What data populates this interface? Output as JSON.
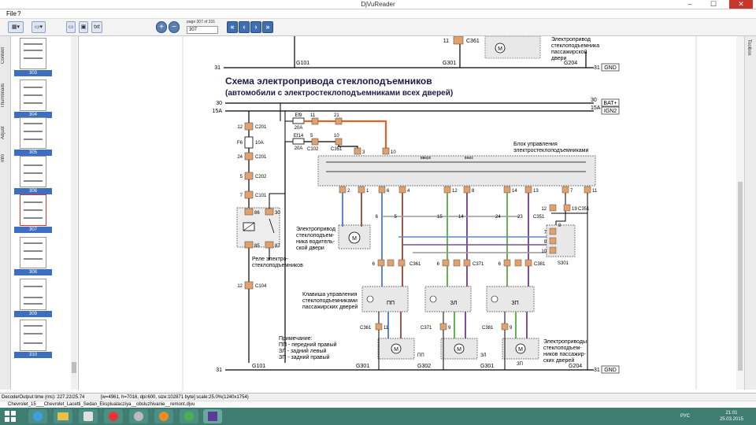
{
  "window": {
    "title": "DjVuReader",
    "min": "–",
    "max": "☐",
    "close": "✕"
  },
  "menu": {
    "file": "File",
    "help": "?"
  },
  "toolbar": {
    "text_btn": "txt",
    "page_label": "page 307 of 331",
    "page_value": "307"
  },
  "sidetabs": {
    "content": "Content",
    "thumbnails": "Thumbnails",
    "adjust": "Adjust",
    "info": "Info"
  },
  "thumbnails": [
    "303",
    "304",
    "305",
    "306",
    "307",
    "308",
    "309",
    "310"
  ],
  "selected_thumbnail": "307",
  "toolbox_label": "Toolbox",
  "status": {
    "decode": "Decode/Output time (ms): 227.22/25.74",
    "info": "[w=4961, h=7016, dpi:600, size:102871 byte] scale:25.0%(1240x1754)"
  },
  "document_path": "Chevrolet_15___Chevrolet_Lacetti_Sedan_Ekspluatacziya__obsluzhivanie__remont.djvu",
  "taskbar": {
    "lang": "РУС",
    "time": "21:01",
    "date": "25.03.2015"
  },
  "diagram": {
    "title": "Схема электропривода стеклоподъемников",
    "subtitle": "(автомобили с электростеклоподъемниками всех дверей)",
    "top": {
      "c361": "C361",
      "n11": "11",
      "motor_label_1": "Электропривод",
      "motor_label_2": "стеклоподъемника",
      "motor_label_3": "пассажирской",
      "motor_label_4": "двери",
      "g101": "G101",
      "g301": "G301",
      "g204": "G204",
      "w31": "31",
      "gnd": "GND"
    },
    "rails": {
      "r30": "30",
      "r15a": "15A",
      "bat": "BAT+",
      "ign": "IGN2"
    },
    "fuses": {
      "ef9": "Ef9",
      "ef9_amp": "20A",
      "ef14": "Ef14",
      "ef14_amp": "20A",
      "f6": "F6",
      "f6_amp": "10A"
    },
    "connectors": {
      "c201": "C201",
      "c202": "C202",
      "c101": "C101",
      "c104": "C104",
      "c102": "C102",
      "c351": "C351",
      "c361": "C361",
      "c371": "C371",
      "c381": "C381",
      "s301": "S301"
    },
    "labels": {
      "control_unit_1": "Блок управления",
      "control_unit_2": "электростеклоподъемниками",
      "up": "вверх",
      "down": "вниз",
      "driver_motor_1": "Электропривод",
      "driver_motor_2": "стеклоподъем-",
      "driver_motor_3": "ника водитель-",
      "driver_motor_4": "ской двери",
      "relay_1": "Реле электро-",
      "relay_2": "стеклоподъемников",
      "switch_1": "Клавиша управления",
      "switch_2": "стеклоподъемниками",
      "switch_3": "пассажирских дверей",
      "pp": "ПП",
      "zl": "ЗЛ",
      "zp": "ЗП",
      "note_title": "Примечание:",
      "note_pp": "ПП - передний правый",
      "note_zl": "ЗЛ - задний левый",
      "note_zp": "ЗП - задний правый",
      "motors_1": "Электроприводы",
      "motors_2": "стеклоподъем-",
      "motors_3": "ников пассажир-",
      "motors_4": "ских дверей",
      "g101": "G101",
      "g301": "G301",
      "g302": "G302",
      "g204": "G204",
      "w31": "31",
      "gnd": "GND",
      "m": "M"
    },
    "colors": {
      "orange": "#e0642a",
      "orange_light": "#f0a060",
      "blue": "#5f86c9",
      "green": "#66b34f",
      "brown": "#9b5a4a",
      "purple": "#7f4f97",
      "grey": "#9a9a9a",
      "connector": "#e2a06a"
    }
  }
}
